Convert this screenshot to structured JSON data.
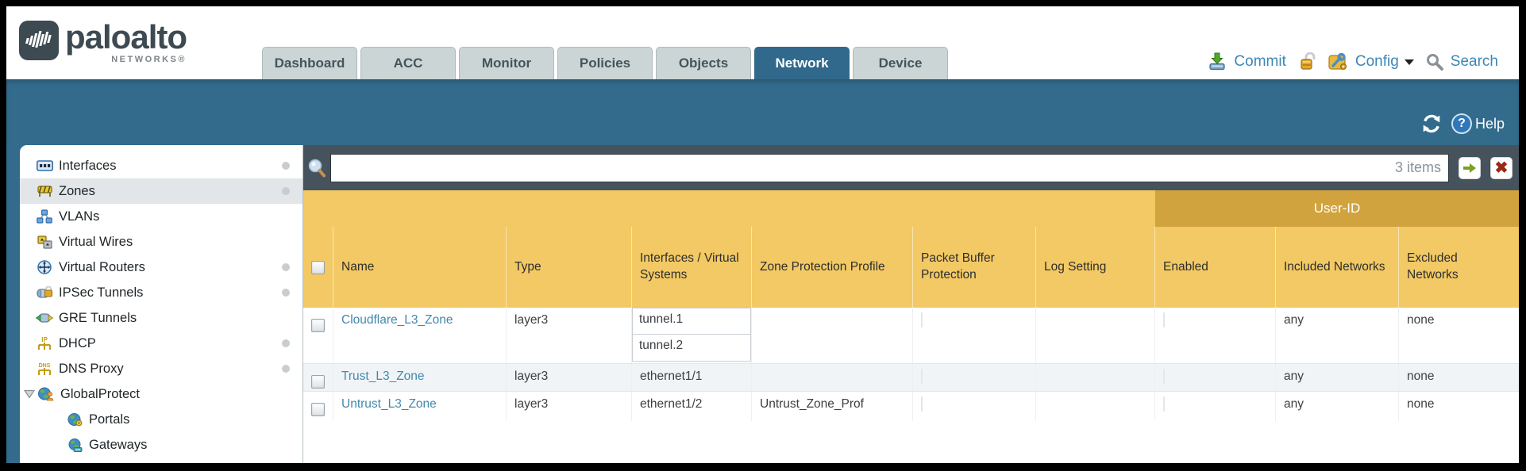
{
  "brand": {
    "name": "paloalto",
    "sub": "NETWORKS®"
  },
  "tabs": [
    {
      "label": "Dashboard",
      "active": false
    },
    {
      "label": "ACC",
      "active": false
    },
    {
      "label": "Monitor",
      "active": false
    },
    {
      "label": "Policies",
      "active": false
    },
    {
      "label": "Objects",
      "active": false
    },
    {
      "label": "Network",
      "active": true
    },
    {
      "label": "Device",
      "active": false
    }
  ],
  "header_actions": {
    "commit": "Commit",
    "config": "Config",
    "search": "Search"
  },
  "toolbar": {
    "help": "Help"
  },
  "search": {
    "items_count": "3 items",
    "value": ""
  },
  "sidebar": {
    "items": [
      {
        "label": "Interfaces",
        "dot": true
      },
      {
        "label": "Zones",
        "dot": true,
        "selected": true
      },
      {
        "label": "VLANs"
      },
      {
        "label": "Virtual Wires"
      },
      {
        "label": "Virtual Routers",
        "dot": true
      },
      {
        "label": "IPSec Tunnels",
        "dot": true
      },
      {
        "label": "GRE Tunnels"
      },
      {
        "label": "DHCP",
        "dot": true
      },
      {
        "label": "DNS Proxy",
        "dot": true
      },
      {
        "label": "GlobalProtect",
        "expanded": true
      },
      {
        "label": "Portals",
        "child": true
      },
      {
        "label": "Gateways",
        "child": true
      }
    ]
  },
  "table": {
    "user_id_group": "User-ID",
    "columns": [
      "",
      "Name",
      "Type",
      "Interfaces / Virtual Systems",
      "Zone Protection Profile",
      "Packet Buffer Protection",
      "Log Setting",
      "Enabled",
      "Included Networks",
      "Excluded Networks"
    ],
    "rows": [
      {
        "name": "Cloudflare_L3_Zone",
        "type": "layer3",
        "interfaces": [
          "tunnel.1",
          "tunnel.2"
        ],
        "zone_protection_profile": "",
        "log_setting": "",
        "included_networks": "any",
        "excluded_networks": "none"
      },
      {
        "name": "Trust_L3_Zone",
        "type": "layer3",
        "interfaces": [
          "ethernet1/1"
        ],
        "zone_protection_profile": "",
        "log_setting": "",
        "included_networks": "any",
        "excluded_networks": "none"
      },
      {
        "name": "Untrust_L3_Zone",
        "type": "layer3",
        "interfaces": [
          "ethernet1/2"
        ],
        "zone_protection_profile": "Untrust_Zone_Prof",
        "log_setting": "",
        "included_networks": "any",
        "excluded_networks": "none"
      }
    ]
  },
  "colors": {
    "teal": "#336b8c",
    "tab_inactive": "#cbd5d5",
    "filter_bar": "#46525c",
    "header_yellow": "#f2c964",
    "user_id_band": "#d1a33e",
    "link_blue": "#4289ad",
    "go_green": "#7aa021",
    "clear_red": "#9b2717"
  }
}
